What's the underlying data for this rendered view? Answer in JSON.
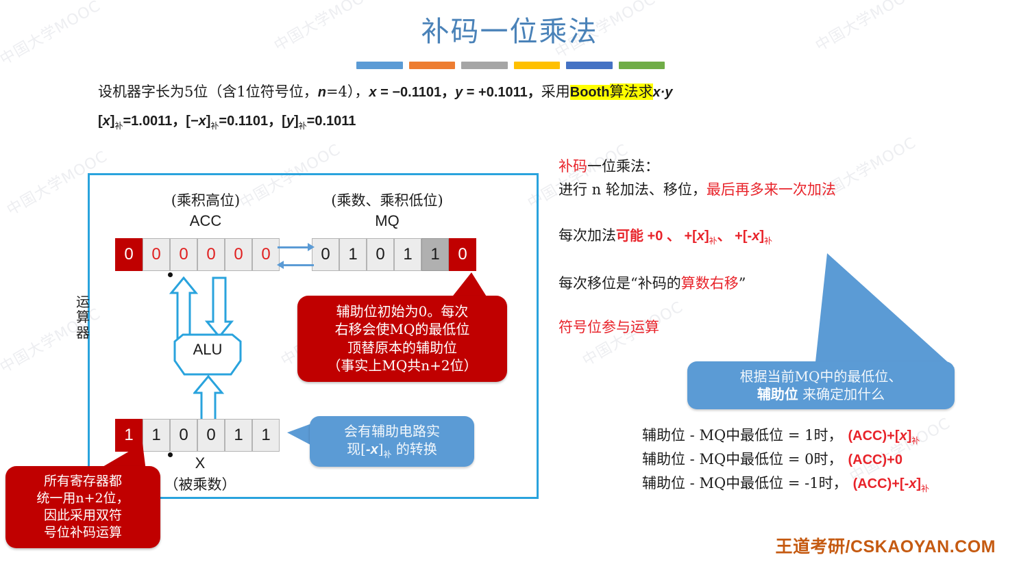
{
  "title": "补码一位乘法",
  "title_color": "#4a82b8",
  "title_bars": [
    "#5b9bd5",
    "#ed7d31",
    "#a5a5a5",
    "#ffc000",
    "#4472c4",
    "#70ad47"
  ],
  "statement": {
    "line1_a": "设机器字长为5位（含1位符号位，",
    "line1_n": "n",
    "line1_b": "=4），",
    "line1_x": "x",
    "line1_c": " = −0.1101，",
    "line1_y": "y",
    "line1_d": " = +0.1011，",
    "line1_e": "采用",
    "line1_hl": "Booth",
    "line1_f": "算法求",
    "line1_g": "x·y",
    "line2_x": "x",
    "line2_a": "补",
    "line2_b": "=1.0011，",
    "line2_negx": "−x",
    "line2_c": "补",
    "line2_d": "=0.1101，",
    "line2_y": "y",
    "line2_e": "补",
    "line2_f": "=0.1011",
    "bracket_open": "[",
    "bracket_close": "]",
    "highlight_color": "#ffff00"
  },
  "diagram": {
    "frame_color": "#29a3dd",
    "unit_label": "运算器",
    "acc": {
      "caption": "(乘积高位)",
      "name": "ACC",
      "sign_bit": "0",
      "bits": [
        "0",
        "0",
        "0",
        "0",
        "0"
      ]
    },
    "mq": {
      "caption": "(乘数、乘积低位)",
      "name": "MQ",
      "bits": [
        "0",
        "1",
        "0",
        "1"
      ],
      "low_bit": "1",
      "aux_bit": "0"
    },
    "alu": {
      "label": "ALU"
    },
    "x_reg": {
      "sign_bit": "1",
      "bits": [
        "1",
        "0",
        "0",
        "1",
        "1"
      ],
      "name": "X",
      "caption": "（被乘数）"
    },
    "callout_aux": {
      "lines": [
        "辅助位初始为0。每次",
        "右移会使MQ的最低位",
        "顶替原本的辅助位",
        "（事实上MQ共n+2位）"
      ],
      "color": "#c00000"
    },
    "callout_registers": {
      "lines": [
        "所有寄存器都",
        "统一用n+2位，",
        "因此采用双符",
        "号位补码运算"
      ],
      "color": "#c00000"
    },
    "callout_circuit": {
      "line1": "会有辅助电路实",
      "line2_a": "现[",
      "line2_x": "-x",
      "line2_b": "]",
      "line2_sub": "补",
      "line2_c": " 的转换",
      "color": "#5b9bd5"
    }
  },
  "explanation": {
    "head_red": "补码",
    "head_black": "一位乘法：",
    "line2_black": "进行 n 轮加法、移位，",
    "line2_red": "最后再多来一次加法",
    "line3_black": "每次加法",
    "line3_red_a": "可能 +0 、 +[",
    "line3_x1": "x",
    "line3_red_b": "]",
    "line3_sub1": "补",
    "line3_red_c": "、 +[-",
    "line3_x2": "x",
    "line3_red_d": "]",
    "line3_sub2": "补",
    "line4_a": "每次移位是“补码的",
    "line4_red": "算数右移",
    "line4_b": "”",
    "line5_red": "符号位参与运算",
    "callout": {
      "line1": "根据当前MQ中的最低位、",
      "line2_bold": "辅助位",
      "line2_rest": " 来确定加什么",
      "color": "#5b9bd5"
    },
    "rules": [
      {
        "cond": "辅助位 - MQ中最低位 = 1时，",
        "act_a": "(ACC)+[",
        "act_x": "x",
        "act_b": "]",
        "act_sub": "补"
      },
      {
        "cond": "辅助位 - MQ中最低位 = 0时，",
        "act_a": "(ACC)+0",
        "act_x": "",
        "act_b": "",
        "act_sub": ""
      },
      {
        "cond": "辅助位 - MQ中最低位 = -1时，",
        "act_a": "(ACC)+[-",
        "act_x": "x",
        "act_b": "]",
        "act_sub": "补"
      }
    ]
  },
  "footer": "王道考研/CSKAOYAN.COM",
  "watermarks": [
    "中国大学MOOC",
    "中国大学MOOC",
    "中国大学MOOC",
    "中国大学MOOC",
    "中国大学MOOC",
    "中国大学MOOC",
    "中国大学MOOC",
    "中国大学MOOC",
    "中国大学MOOC",
    "中国大学MOOC",
    "中国大学MOOC",
    "中国大学MOOC"
  ]
}
